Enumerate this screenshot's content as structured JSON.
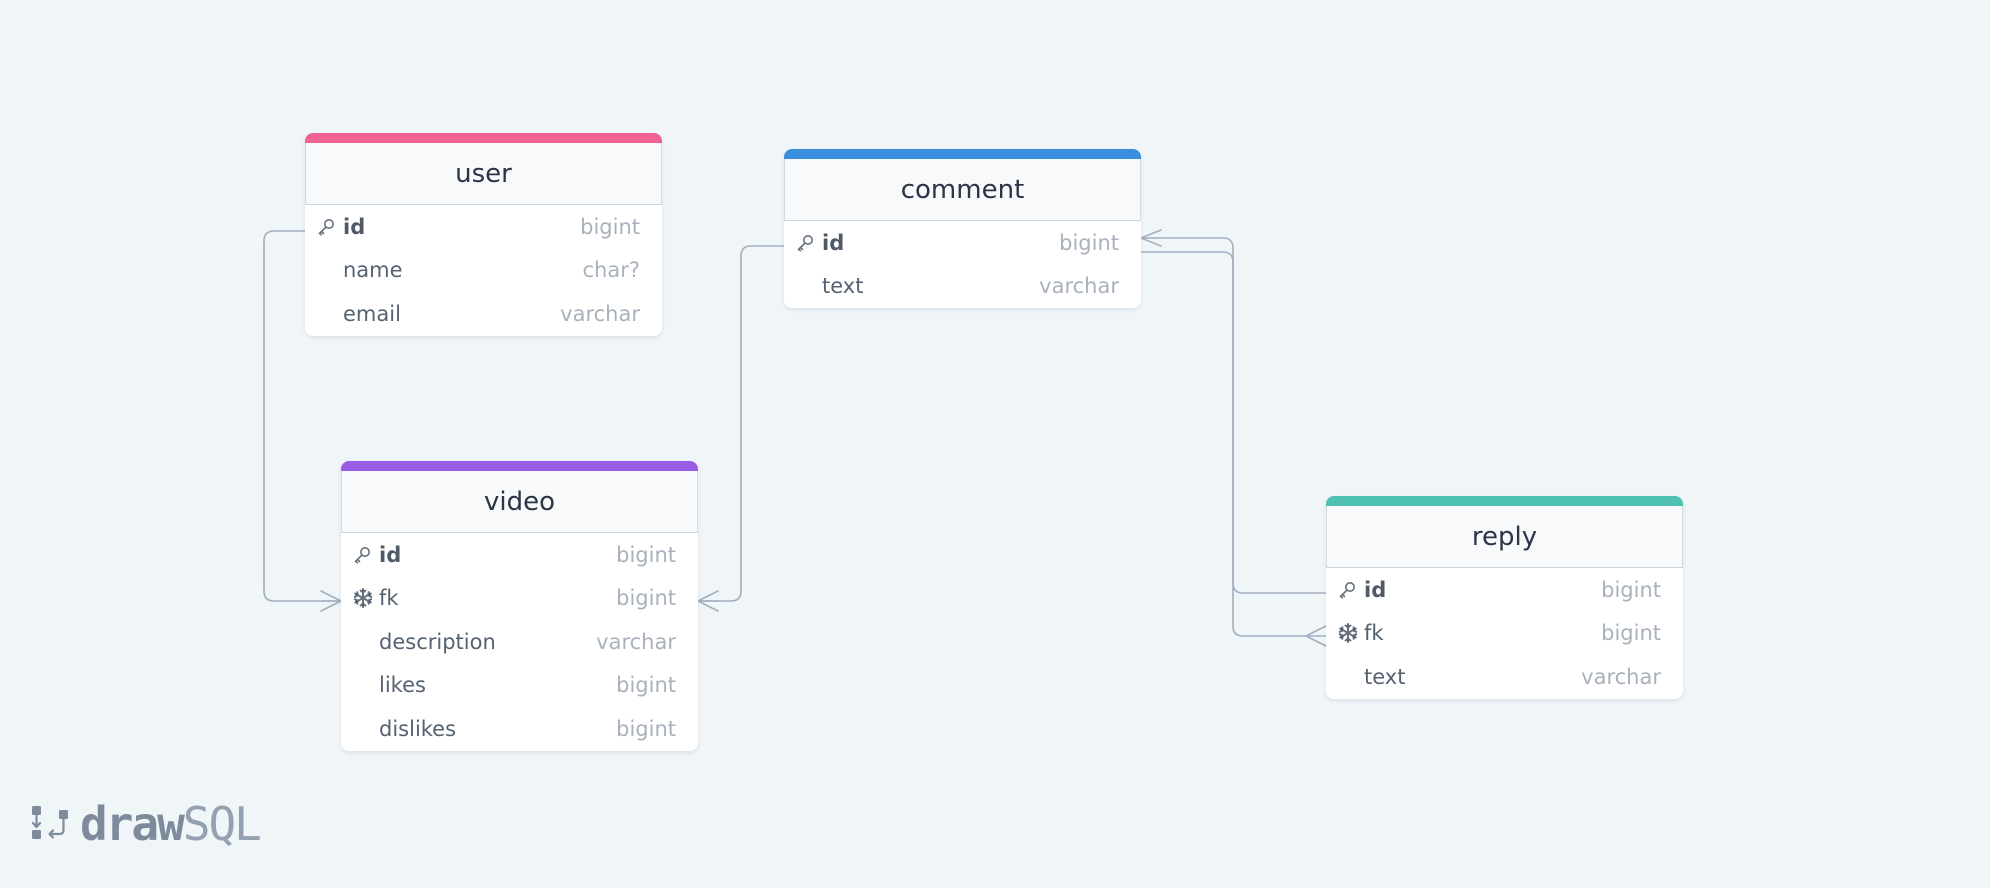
{
  "diagram": {
    "tables": [
      {
        "id": "user",
        "title": "user",
        "accent": "#f06292",
        "columns": [
          {
            "name": "id",
            "type": "bigint",
            "key": "primary",
            "icon": "key-icon"
          },
          {
            "name": "name",
            "type": "char?",
            "key": "none",
            "icon": ""
          },
          {
            "name": "email",
            "type": "varchar",
            "key": "none",
            "icon": ""
          }
        ]
      },
      {
        "id": "comment",
        "title": "comment",
        "accent": "#3a8fdc",
        "columns": [
          {
            "name": "id",
            "type": "bigint",
            "key": "primary",
            "icon": "key-icon"
          },
          {
            "name": "text",
            "type": "varchar",
            "key": "none",
            "icon": ""
          }
        ]
      },
      {
        "id": "video",
        "title": "video",
        "accent": "#9b5de5",
        "columns": [
          {
            "name": "id",
            "type": "bigint",
            "key": "primary",
            "icon": "key-icon"
          },
          {
            "name": "fk",
            "type": "bigint",
            "key": "foreign",
            "icon": "snowflake-icon"
          },
          {
            "name": "description",
            "type": "varchar",
            "key": "none",
            "icon": ""
          },
          {
            "name": "likes",
            "type": "bigint",
            "key": "none",
            "icon": ""
          },
          {
            "name": "dislikes",
            "type": "bigint",
            "key": "none",
            "icon": ""
          }
        ]
      },
      {
        "id": "reply",
        "title": "reply",
        "accent": "#4fc1b2",
        "columns": [
          {
            "name": "id",
            "type": "bigint",
            "key": "primary",
            "icon": "key-icon"
          },
          {
            "name": "fk",
            "type": "bigint",
            "key": "foreign",
            "icon": "snowflake-icon"
          },
          {
            "name": "text",
            "type": "varchar",
            "key": "none",
            "icon": ""
          }
        ]
      }
    ],
    "relationships": [
      {
        "from": "user.id",
        "to": "video.fk",
        "cardinality": "one-to-many"
      },
      {
        "from": "comment.id",
        "to": "video.fk",
        "cardinality": "one-to-many"
      },
      {
        "from": "comment.id",
        "to": "reply.id",
        "cardinality": "many-to-one"
      },
      {
        "from": "comment.id",
        "to": "reply.fk",
        "cardinality": "one-to-many"
      }
    ],
    "connector_color": "#a3afc0"
  },
  "branding": {
    "logo_bold": "draw",
    "logo_light": "SQL",
    "logo_icon": "drawsql-logo-icon"
  }
}
